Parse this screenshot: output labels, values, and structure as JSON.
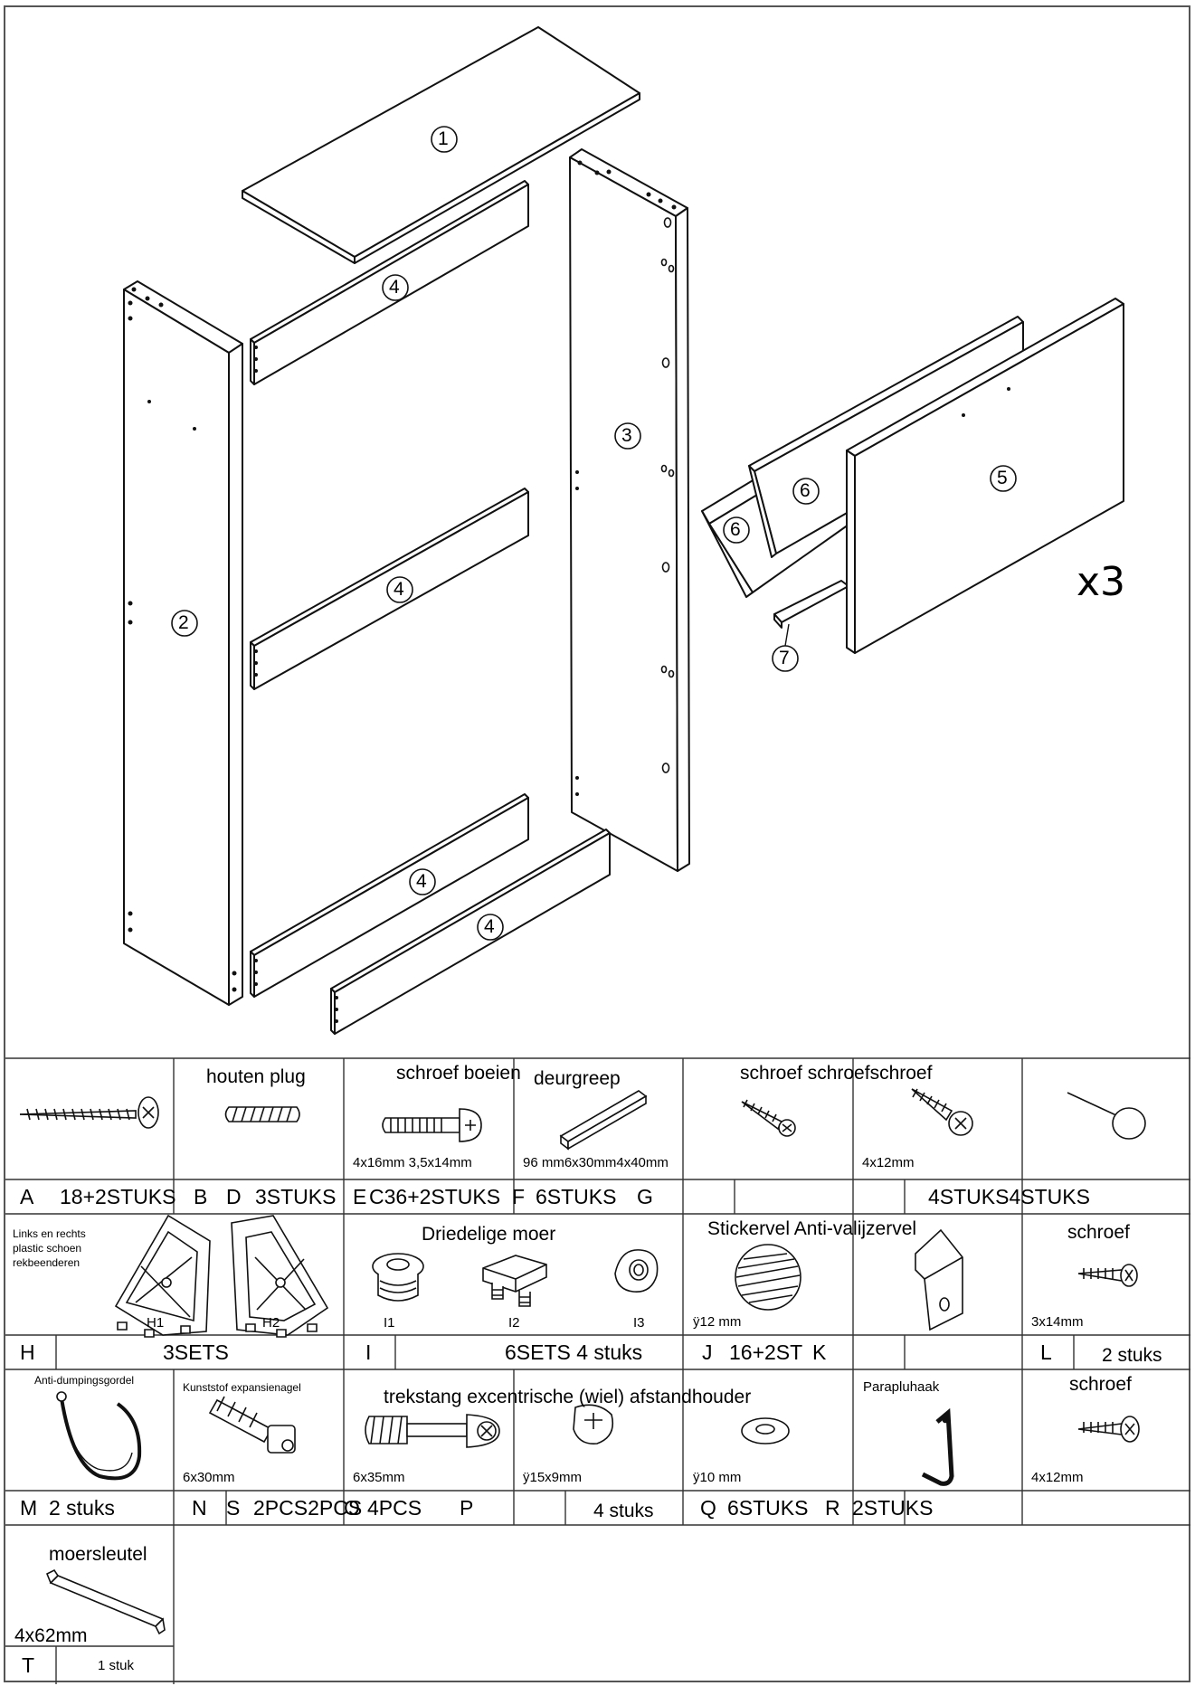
{
  "assembly": {
    "part_numbers": [
      "1",
      "2",
      "3",
      "4",
      "4",
      "4",
      "4",
      "5",
      "6",
      "6",
      "7"
    ],
    "multiplier": "x3"
  },
  "hardware": {
    "row1": {
      "A": {
        "letter": "A",
        "qty": "18+2STUKS"
      },
      "B": {
        "letter": "B",
        "title": "houten plug"
      },
      "C": {
        "title": "schroef boeien",
        "size": "4x16mm 3,5x14mm"
      },
      "D": {
        "letter": "D",
        "qty": "3STUKS"
      },
      "E": {
        "letter": "E",
        "title": "deurgreep",
        "size": "96 mm6x30mm4x40mm"
      },
      "C_qty": "C36+2STUKS",
      "F": {
        "letter": "F",
        "qty": "6STUKS"
      },
      "G": {
        "letter": "G",
        "title": "schroef schroefschroef",
        "size": "4x12mm"
      },
      "extra_qty": "4STUKS4STUKS"
    },
    "row2": {
      "H": {
        "letter": "H",
        "qty": "3SETS",
        "label": "Links en rechts plastic schoen rekbeenderen",
        "h1": "H1",
        "h2": "H2"
      },
      "I": {
        "letter": "I",
        "qty": "6SETS 4 stuks",
        "title": "Driedelige moer",
        "i1": "I1",
        "i2": "I2",
        "i3": "I3"
      },
      "J": {
        "letter": "J",
        "qty": "16+2ST",
        "title": "Stickervel Anti-valijzervel",
        "size": "ÿ12 mm"
      },
      "K": {
        "letter": "K"
      },
      "L": {
        "letter": "L",
        "qty": "2 stuks",
        "title": "schroef",
        "size": "3x14mm"
      }
    },
    "row3": {
      "M": {
        "letter": "M",
        "qty": "2 stuks",
        "title": "Anti-dumpingsgordel"
      },
      "N": {
        "letter": "N",
        "title": "Kunststof expansienagel",
        "size": "6x30mm"
      },
      "S": {
        "letter": "S",
        "qty": "2PCS2PCS",
        "title": "trekstang excentrische (wiel) afstandhouder",
        "size": "6x35mm"
      },
      "O": {
        "letter": "O",
        "qty": "4PCS",
        "size": "ÿ15x9mm"
      },
      "P": {
        "letter": "P",
        "qty": "4 stuks",
        "size": "ÿ10  mm"
      },
      "Q": {
        "letter": "Q",
        "qty": "6STUKS",
        "title": "Parapluhaak"
      },
      "R": {
        "letter": "R",
        "qty": "2STUKS",
        "title": "schroef",
        "size": "4x12mm"
      }
    },
    "row4": {
      "T": {
        "letter": "T",
        "qty": "1 stuk",
        "title": "moersleutel",
        "size": "4x62mm"
      }
    }
  }
}
